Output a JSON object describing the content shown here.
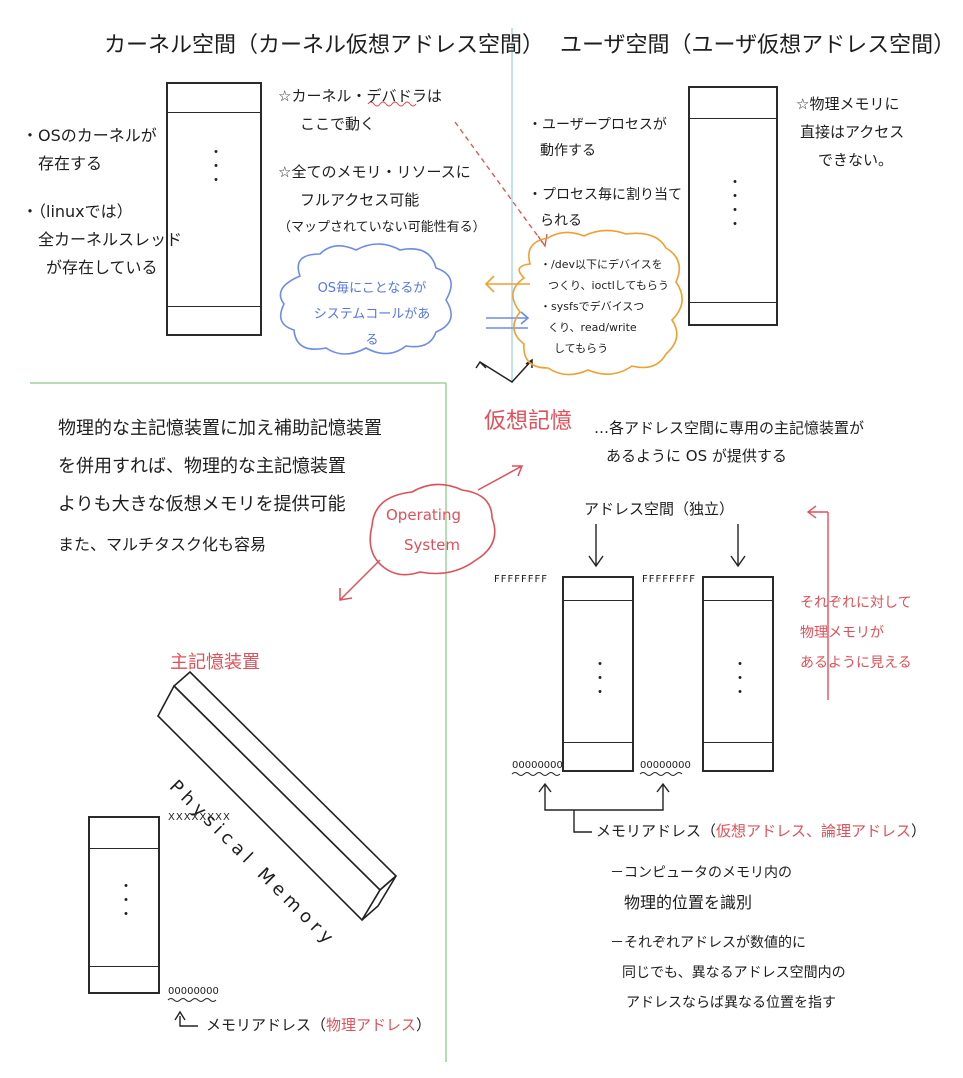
{
  "kernel": {
    "title": "カーネル空間（カーネル仮想アドレス空間）",
    "left_note_1": [
      "・OSのカーネルが",
      "存在する"
    ],
    "left_note_2": [
      "・（linuxでは）",
      "全カーネルスレッド",
      "が存在している"
    ],
    "star_1": [
      "☆カーネル・デバドラは",
      "ここで動く"
    ],
    "star_2": [
      "☆全てのメモリ・リソースに",
      "フルアクセス可能",
      "（マップされていない可能性有る）"
    ],
    "dots": "・\n・\n・"
  },
  "user": {
    "title": "ユーザ空間（ユーザ仮想アドレス空間）",
    "note_1": [
      "・ユーザープロセスが",
      "動作する"
    ],
    "note_2": [
      "・プロセス毎に割り当て",
      "られる"
    ],
    "star": [
      "☆物理メモリに",
      "直接はアクセス",
      "できない。"
    ],
    "dots": "・\n・\n・\n・"
  },
  "syscall_cloud": {
    "lines": [
      "OS毎にことなるが",
      "システムコールがある"
    ],
    "color": "#5577e6"
  },
  "device_cloud": {
    "lines": [
      "・/dev以下にデバイスを",
      "つくり、ioctlしてもらう",
      "・sysfsでデバイスつ",
      "くり、read/write",
      "してもらう"
    ],
    "color": "#f0a030"
  },
  "main_text": [
    "物理的な主記憶装置に加え補助記憶装置",
    "を併用すれば、物理的な主記憶装置",
    "よりも大きな仮想メモリを提供可能",
    "また、マルチタスク化も容易"
  ],
  "os_bubble": {
    "lines": [
      "Operating",
      "System"
    ],
    "color": "#e0505a"
  },
  "virtual_memory": {
    "title": "仮想記憶",
    "desc": [
      "…各アドレス空間に専用の主記憶装置が",
      "あるように OS が提供する"
    ],
    "address_space_label": "アドレス空間（独立）",
    "top_addr_1": "FFFFFFFF",
    "top_addr_2": "FFFFFFFF",
    "bottom_addr_1": "00000000",
    "bottom_addr_2": "00000000",
    "right_note": [
      "それぞれに対して",
      "物理メモリが",
      "あるように見える"
    ],
    "mem_addr_label_prefix": "メモリアドレス（",
    "mem_addr_label_red": "仮想アドレス、論理アドレス",
    "mem_addr_label_suffix": "）",
    "bullet_1": [
      "－コンピュータのメモリ内の",
      "物理的位置を識別"
    ],
    "bullet_2": [
      "－それぞれアドレスが数値的に",
      "同じでも、異なるアドレス空間内の",
      "アドレスならば異なる位置を指す"
    ]
  },
  "physical": {
    "title": "主記憶装置",
    "stick_label": "Physical Memory",
    "top_addr": "XXXXXXXX",
    "bottom_addr": "00000000",
    "mem_addr_prefix": "メモリアドレス（",
    "mem_addr_red": "物理アドレス",
    "mem_addr_suffix": "）"
  }
}
